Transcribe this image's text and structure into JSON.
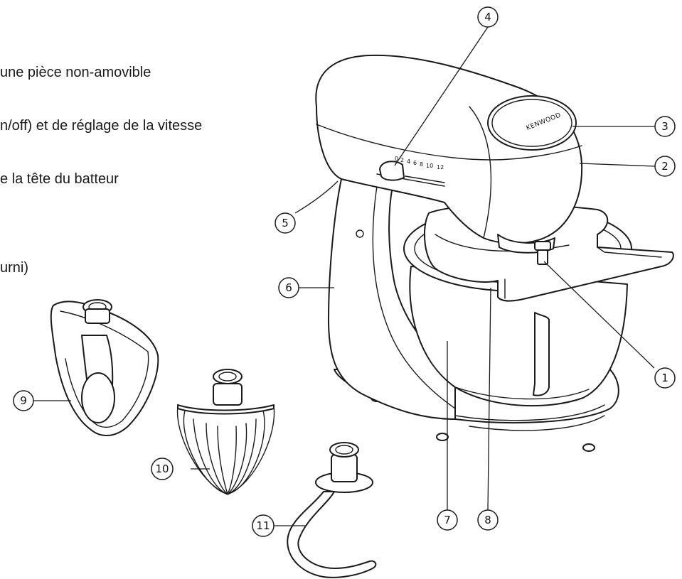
{
  "text_lines": [
    "une pièce non-amovible",
    "n/off) et de réglage de la vitesse",
    "e la tête du batteur",
    "",
    "urni)"
  ],
  "logo": "KENWOOD",
  "speed_scale": [
    "0",
    "2",
    "4",
    "6",
    "8",
    "10",
    "12"
  ],
  "callouts": [
    "4",
    "3",
    "2",
    "5",
    "6",
    "1",
    "9",
    "10",
    "8",
    "7",
    "11"
  ]
}
